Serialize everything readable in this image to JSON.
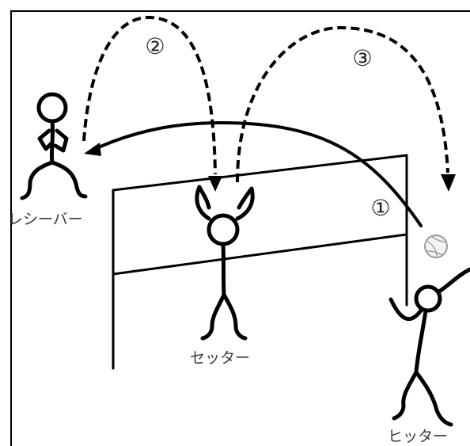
{
  "labels": {
    "receiver": "レシーバー",
    "setter": "セッター",
    "hitter": "ヒッター"
  },
  "steps": [
    "①",
    "②",
    "③"
  ],
  "colors": {
    "ink": "#000000",
    "label": "#3a3a3a",
    "background": "#ffffff"
  }
}
